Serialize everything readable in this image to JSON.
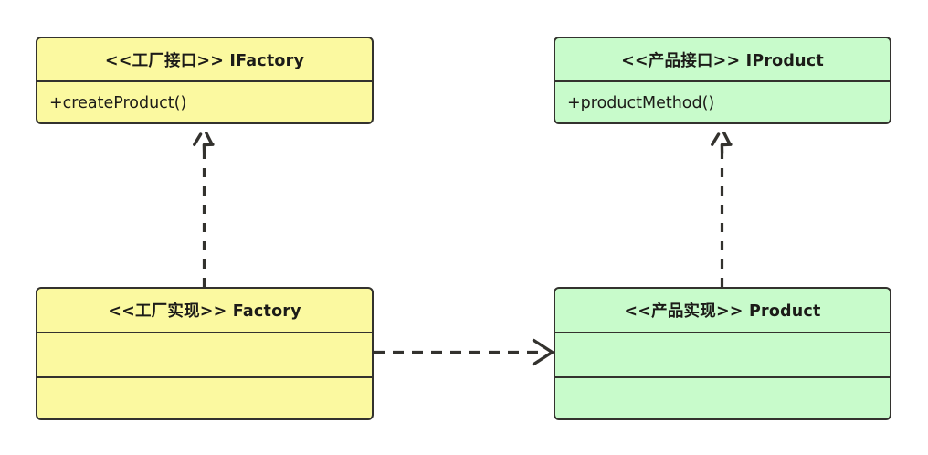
{
  "diagram": {
    "type": "uml-class-diagram",
    "title": "",
    "colors": {
      "interface_fill": "#fbf9a0",
      "implementation_fill": "#c8fbcb",
      "stroke": "#33322e",
      "text": "#1c1b18",
      "background": "#ffffff"
    },
    "classes": [
      {
        "id": "ifactory",
        "stereotype": "<<工厂接口>>",
        "name": "IFactory",
        "title": "<<工厂接口>> IFactory",
        "fill": "yellow",
        "members": [
          "+createProduct()"
        ],
        "empty_compartments": 0
      },
      {
        "id": "iproduct",
        "stereotype": "<<产品接口>>",
        "name": "IProduct",
        "title": "<<产品接口>> IProduct",
        "fill": "green",
        "members": [
          "+productMethod()"
        ],
        "empty_compartments": 0
      },
      {
        "id": "factory",
        "stereotype": "<<工厂实现>>",
        "name": "Factory",
        "title": "<<工厂实现>> Factory",
        "fill": "yellow",
        "members": [
          "",
          ""
        ],
        "empty_compartments": 2
      },
      {
        "id": "product",
        "stereotype": "<<产品实现>>",
        "name": "Product",
        "title": "<<产品实现>> Product",
        "fill": "green",
        "members": [
          "",
          ""
        ],
        "empty_compartments": 2
      }
    ],
    "relationships": [
      {
        "id": "rel-factory-ifactory",
        "kind": "realization",
        "line": "dashed",
        "arrowhead": "hollow-triangle",
        "from": "Factory",
        "to": "IFactory",
        "label": ""
      },
      {
        "id": "rel-product-iproduct",
        "kind": "realization",
        "line": "dashed",
        "arrowhead": "hollow-triangle",
        "from": "Product",
        "to": "IProduct",
        "label": ""
      },
      {
        "id": "rel-factory-product",
        "kind": "dependency",
        "line": "dashed",
        "arrowhead": "open-arrow",
        "from": "Factory",
        "to": "Product",
        "label": ""
      }
    ]
  }
}
